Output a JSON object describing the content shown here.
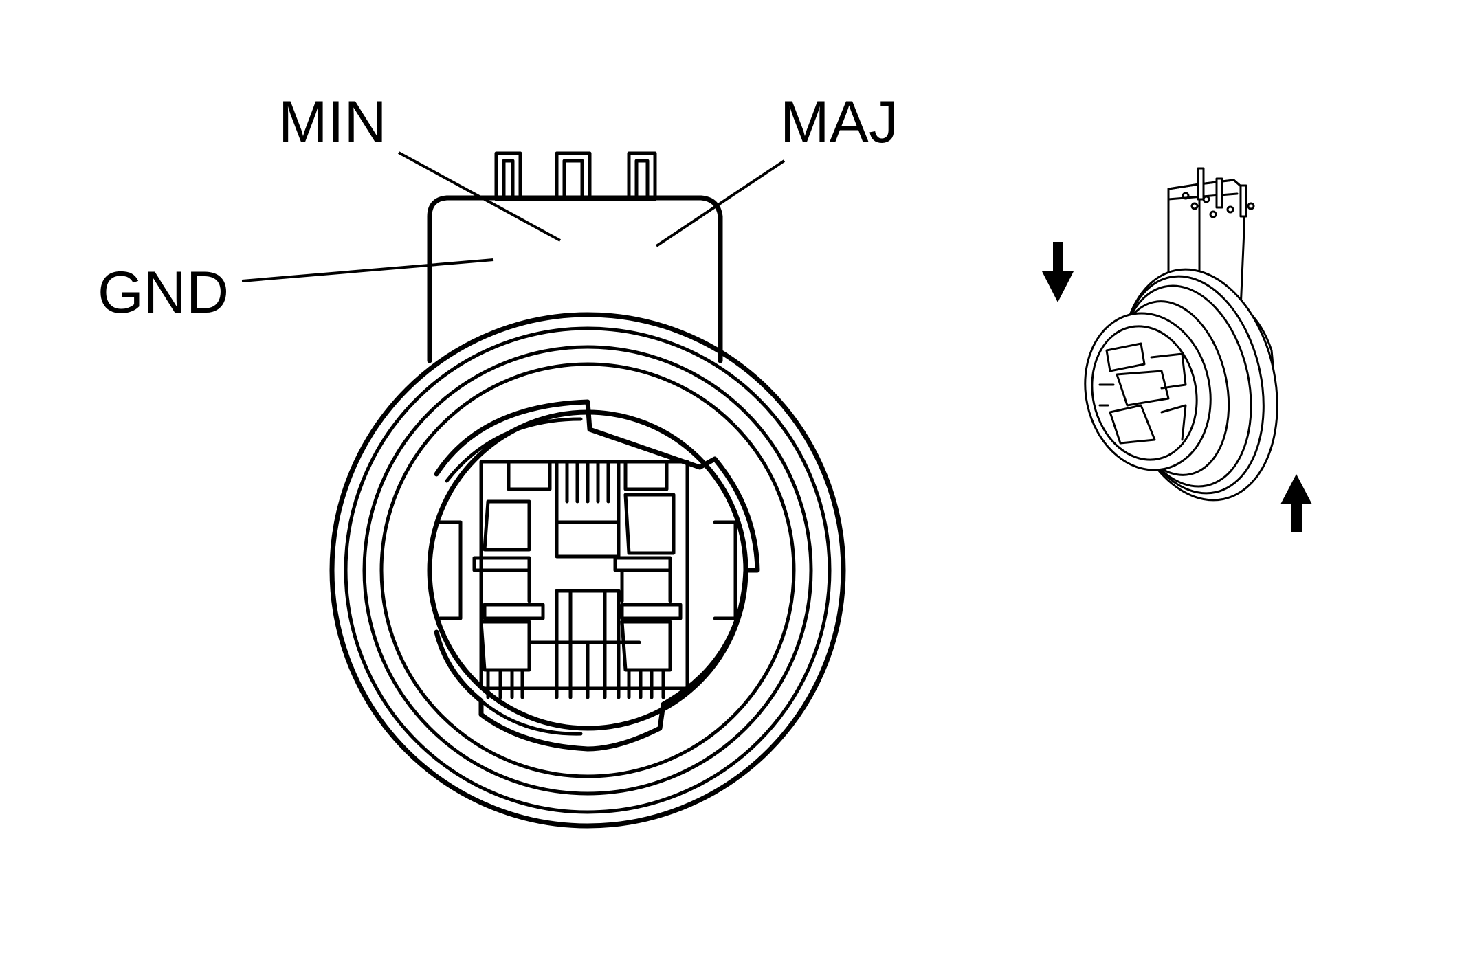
{
  "labels": {
    "gnd": "GND",
    "min": "MIN",
    "maj": "MAJ"
  },
  "colors": {
    "line": "#000000",
    "background": "#ffffff"
  },
  "arrows": {
    "left": "down-arrow",
    "right": "up-arrow"
  }
}
